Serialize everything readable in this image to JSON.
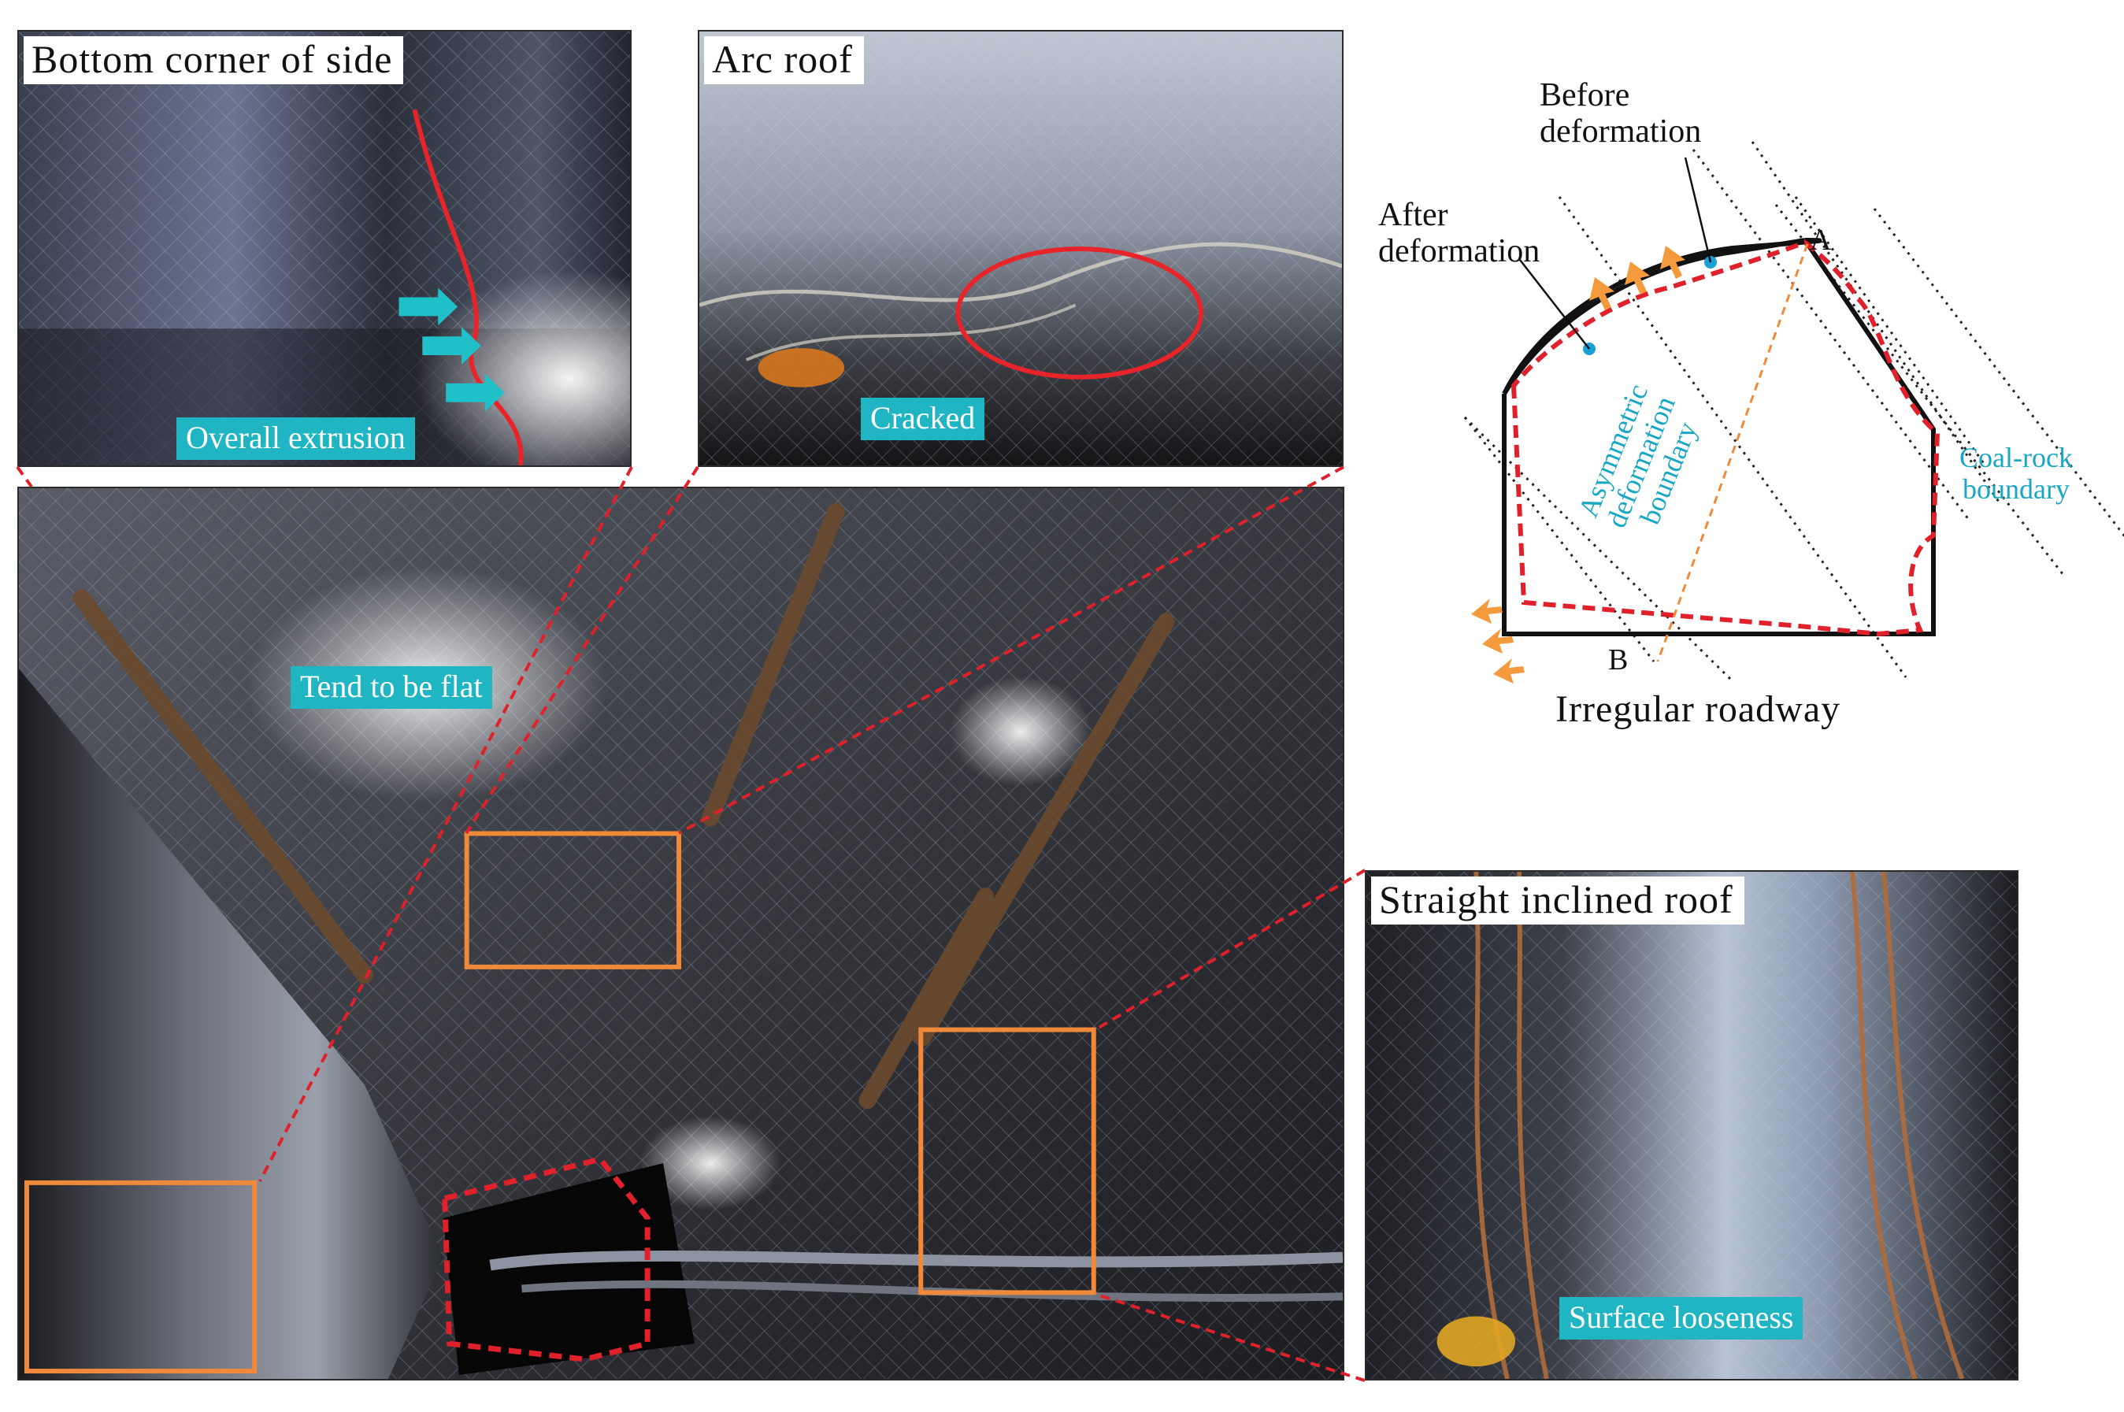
{
  "panels": {
    "bottom_corner": {
      "title": "Bottom corner of side",
      "tag": "Overall extrusion"
    },
    "arc_roof": {
      "title": "Arc roof",
      "tag": "Cracked"
    },
    "main": {
      "tag": "Tend to be flat"
    },
    "straight_roof": {
      "title": "Straight inclined roof",
      "tag": "Surface looseness"
    }
  },
  "diagram": {
    "before_label": "Before\ndeformation",
    "after_label": "After\ndeformation",
    "point_a": "A",
    "point_b": "B",
    "asym_label": "Asymmetric\ndeformation\nboundary",
    "coal_rock_label": "Coal-rock\nboundary",
    "caption": "Irregular roadway"
  },
  "colors": {
    "tag_bg": "#1fb5c3",
    "red_dashed": "#e0202a",
    "orange_box": "#f08a3a",
    "cyan_text": "#1aa7c4",
    "arrow_cyan": "#1fc0c8",
    "arrow_orange": "#f59a3c"
  }
}
